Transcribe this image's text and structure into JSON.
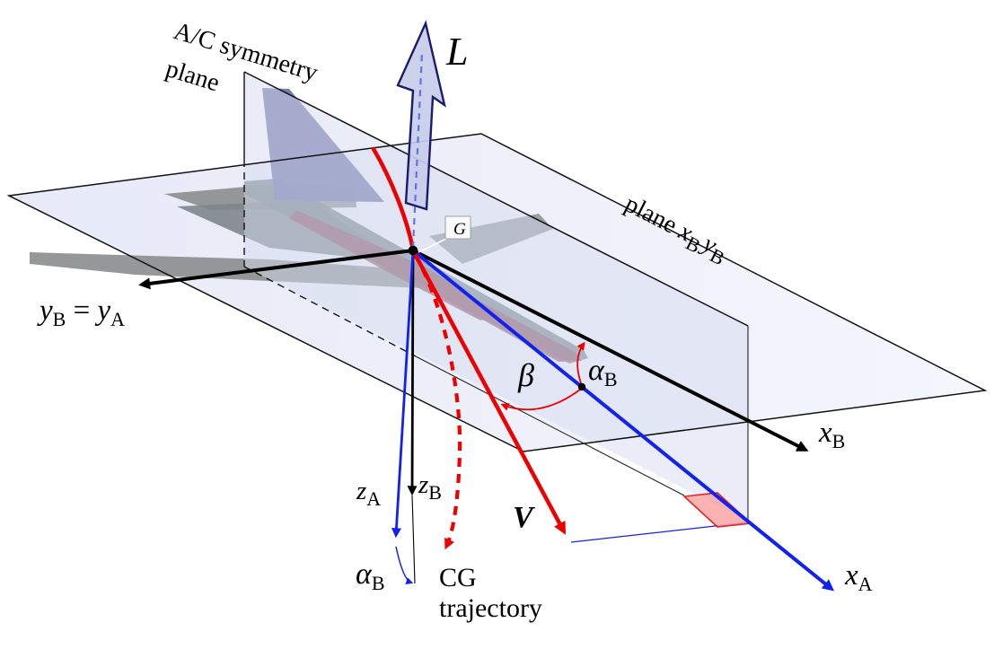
{
  "figure": {
    "description": "Aircraft body axes and aerodynamic axes diagram with angle of attack and sideslip angle"
  },
  "planes": {
    "symmetry": {
      "label_line1": "A/C symmetry",
      "label_line2": "plane"
    },
    "body_plane": {
      "prefix": "plane ",
      "x": "x",
      "x_sub": "B",
      "y": "y",
      "y_sub": "B"
    }
  },
  "axes": {
    "y_combined": {
      "main1": "y",
      "sub1": "B",
      "eq": " = ",
      "main2": "y",
      "sub2": "A"
    },
    "xB": {
      "main": "x",
      "sub": "B"
    },
    "xA": {
      "main": "x",
      "sub": "A"
    },
    "zA": {
      "main": "z",
      "sub": "A"
    },
    "zB": {
      "main": "z",
      "sub": "B"
    }
  },
  "vectors": {
    "lift": "L",
    "velocity": "V"
  },
  "angles": {
    "beta": "β",
    "alpha": {
      "main": "α",
      "sub": "B"
    }
  },
  "points": {
    "cg": "G"
  },
  "annotations": {
    "cg_traj_line1": "CG",
    "cg_traj_line2": "trajectory"
  },
  "colors": {
    "axis_blue": "#1122ee",
    "vector_red": "#ee0000",
    "plane_fill": "#e9ecf8",
    "symmetry_fill": "#d6dbf0",
    "lift_fill": "#c7cce9",
    "lift_outline": "#1b1b6e",
    "lift_dash": "#6470e8",
    "right_angle_pink": "#f8a6a6",
    "aircraft_gray": "#8e9292",
    "aircraft_teal": "#76878a",
    "aircraft_maroon": "#8c5a6a",
    "fin_purple": "#7176a8"
  }
}
